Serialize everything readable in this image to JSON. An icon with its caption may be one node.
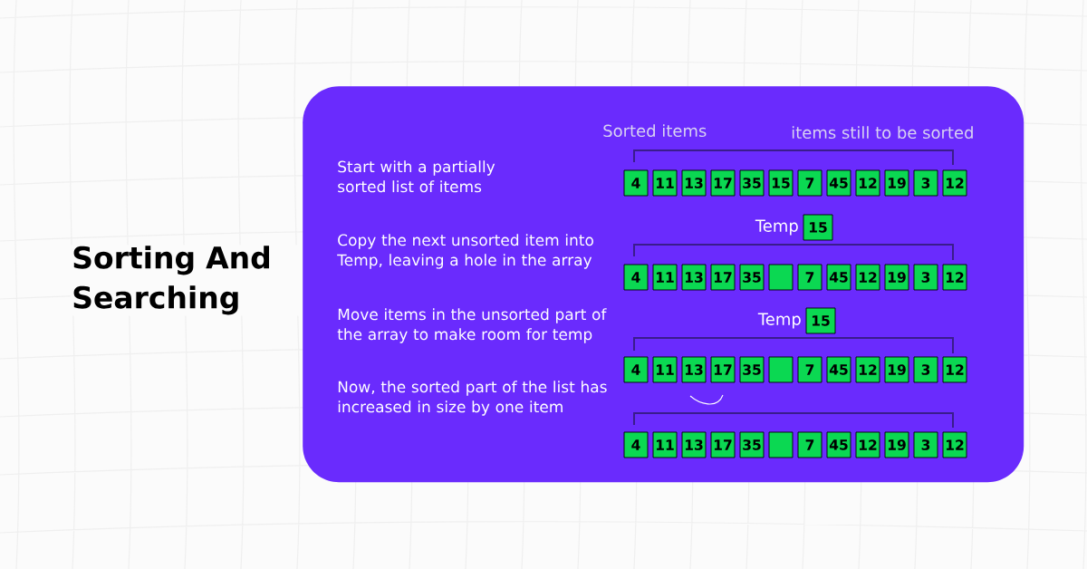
{
  "diagram": {
    "title": "Sorting And Searching",
    "nodes": [
      {
        "text": [],
        "shape": "box"
      },
      {
        "text": [
          "4"
        ],
        "in": 0
      },
      {
        "text": [
          "11"
        ],
        "in": 0
      },
      {
        "text": [
          "13"
        ],
        "in": 0
      },
      {
        "text": [
          "17"
        ],
        "in": 0
      },
      {
        "text": [
          "35"
        ],
        "in": 0
      },
      {
        "text": [
          "15"
        ],
        "in": 0
      },
      {
        "text": [
          "7"
        ],
        "in": 0
      },
      {
        "text": [
          "45"
        ],
        "in": 0
      },
      {
        "text": [
          "12"
        ],
        "in": 0
      },
      {
        "text": [
          "19"
        ],
        "in": 0
      },
      {
        "text": [
          "3"
        ],
        "in": 0
      },
      {
        "text": [
          "12"
        ],
        "in": 0
      },
      {
        "text": [
          "15"
        ],
        "in": 0,
        "beside": [
          "Temp"
        ]
      },
      {
        "text": [
          "4"
        ],
        "in": 0
      },
      {
        "text": [
          "11"
        ],
        "in": 0
      },
      {
        "text": [
          "13"
        ],
        "in": 0
      },
      {
        "text": [
          "17"
        ],
        "in": 0
      },
      {
        "text": [
          "35"
        ],
        "in": 0
      },
      {
        "text": [],
        "shape": "box",
        "in": 0
      },
      {
        "text": [
          "7"
        ],
        "in": 0
      },
      {
        "text": [
          "45"
        ],
        "in": 0
      },
      {
        "text": [
          "12"
        ],
        "in": 0
      },
      {
        "text": [
          "19"
        ],
        "in": 0
      },
      {
        "text": [
          "3"
        ],
        "in": 0
      },
      {
        "text": [
          "12"
        ],
        "in": 0
      },
      {
        "text": [
          "15"
        ],
        "in": 0,
        "beside": [
          "Temp"
        ]
      },
      {
        "text": [
          "4"
        ],
        "in": 0
      },
      {
        "text": [
          "11"
        ],
        "in": 0
      },
      {
        "text": [
          "13"
        ],
        "in": 0
      },
      {
        "text": [
          "17"
        ],
        "in": 0
      },
      {
        "text": [
          "35"
        ],
        "in": 0
      },
      {
        "text": [],
        "shape": "box",
        "in": 0
      },
      {
        "text": [
          "7"
        ],
        "in": 0
      },
      {
        "text": [
          "45"
        ],
        "in": 0
      },
      {
        "text": [
          "12"
        ],
        "in": 0
      },
      {
        "text": [
          "19"
        ],
        "in": 0
      },
      {
        "text": [
          "3"
        ],
        "in": 0
      },
      {
        "text": [
          "12"
        ],
        "in": 0
      },
      {
        "text": [
          "4"
        ],
        "in": 0
      },
      {
        "text": [
          "11"
        ],
        "in": 0
      },
      {
        "text": [
          "13"
        ],
        "in": 0
      },
      {
        "text": [
          "17"
        ],
        "in": 0
      },
      {
        "text": [
          "35"
        ],
        "in": 0
      },
      {
        "text": [],
        "shape": "box",
        "in": 0
      },
      {
        "text": [
          "7"
        ],
        "in": 0
      },
      {
        "text": [
          "45"
        ],
        "in": 0
      },
      {
        "text": [
          "12"
        ],
        "in": 0
      },
      {
        "text": [
          "19"
        ],
        "in": 0
      },
      {
        "text": [
          "3"
        ],
        "in": 0
      },
      {
        "text": [
          "12"
        ],
        "in": 0
      }
    ],
    "labels": [
      "Sorted items",
      "items still to be sorted",
      "Start with a partially sorted list of items",
      "Copy the next unsorted item into Temp, leaving a hole in the array",
      "Move items in the unsorted part of the array to make room for temp",
      "Now, the sorted part of the list has increased in size by one item"
    ]
  }
}
